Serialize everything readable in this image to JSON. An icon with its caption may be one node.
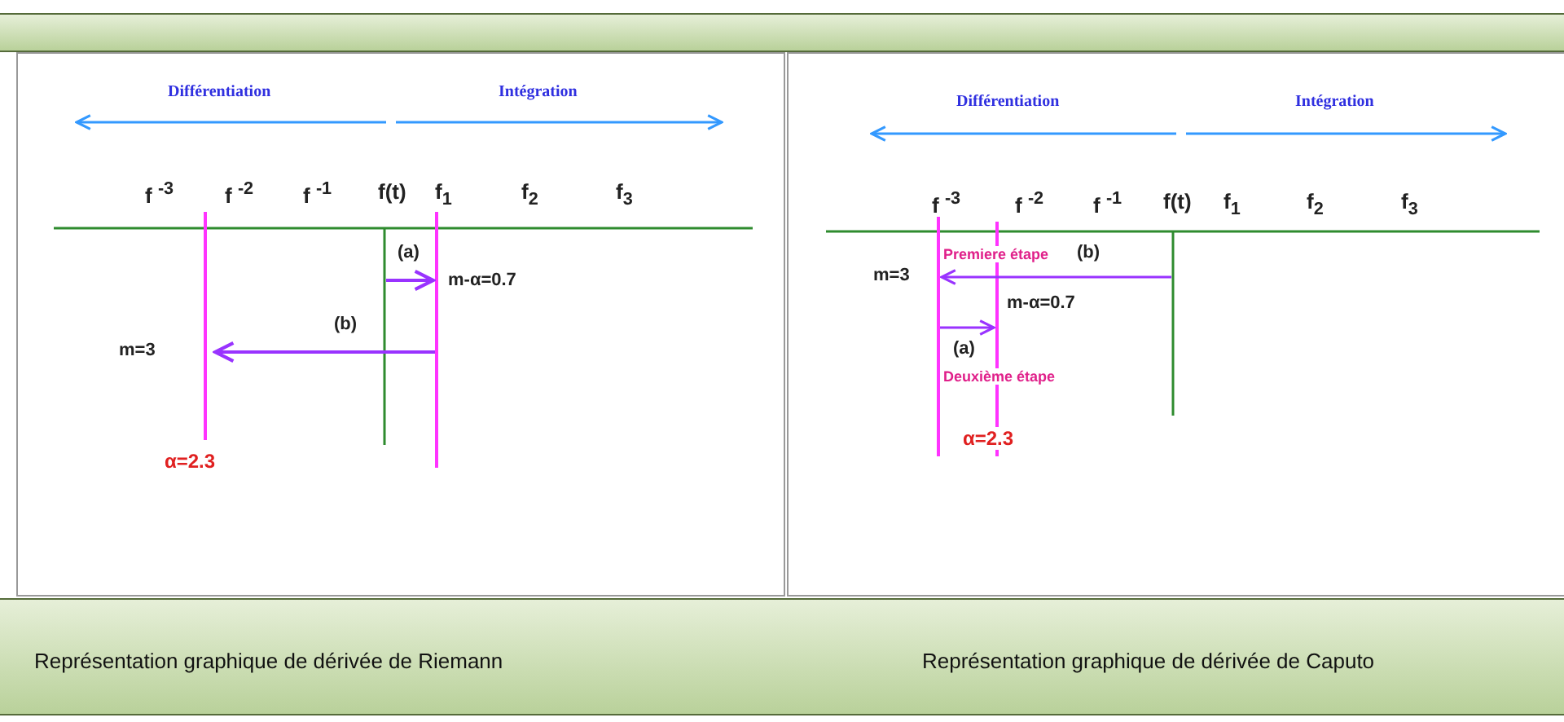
{
  "diagram": {
    "labels": [
      "Différentiation",
      "Intégration",
      "f $^{-3}$",
      "f $^{-2}$",
      "f $^{-1}$",
      "f(t)",
      "f$_{1}$",
      "f$_{2}$",
      "f$_{3}$",
      "(a)",
      "m-α=0.7",
      "(b)",
      "m=3",
      "α=2.3",
      "Différentiation",
      "Intégration",
      "f $^{-3}$",
      "f $^{-2}$",
      "f $^{-1}$",
      "f(t)",
      "f$_{1}$",
      "f$_{2}$",
      "f$_{3}$",
      "Premiere étape",
      "(b)",
      "m=3",
      "m-α=0.7",
      "(a)",
      "Deuxième étape",
      "α=2.3",
      "Représentation graphique de dérivée de Riemann",
      "Représentation graphique de dérivée de Caputo"
    ]
  }
}
